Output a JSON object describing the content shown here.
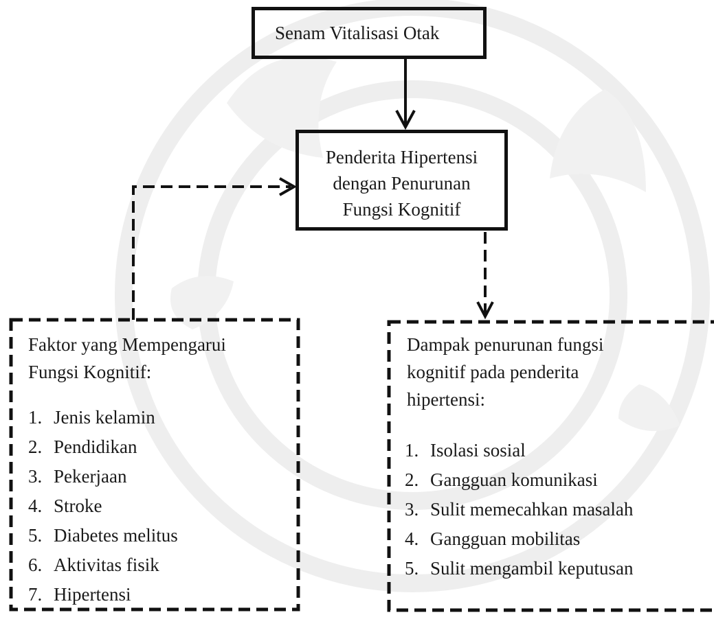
{
  "top_box": {
    "label": "Senam Vitalisasi Otak"
  },
  "middle_box": {
    "lines": [
      "Penderita Hipertensi",
      "dengan Penurunan",
      "Fungsi Kognitif"
    ]
  },
  "left_box": {
    "heading_lines": [
      "Faktor yang Mempengarui",
      "Fungsi Kognitif:"
    ],
    "items": [
      {
        "num": "1.",
        "text": "Jenis kelamin"
      },
      {
        "num": "2.",
        "text": "Pendidikan"
      },
      {
        "num": "3.",
        "text": "Pekerjaan"
      },
      {
        "num": "4.",
        "text": "Stroke"
      },
      {
        "num": "5.",
        "text": "Diabetes melitus"
      },
      {
        "num": "6.",
        "text": "Aktivitas fisik"
      },
      {
        "num": "7.",
        "text": "Hipertensi"
      }
    ]
  },
  "right_box": {
    "heading_lines": [
      "Dampak penurunan fungsi",
      "kognitif pada penderita",
      "hipertensi:"
    ],
    "items": [
      {
        "num": "1.",
        "text": "Isolasi sosial"
      },
      {
        "num": "2.",
        "text": "Gangguan komunikasi"
      },
      {
        "num": "3.",
        "text": "Sulit memecahkan masalah"
      },
      {
        "num": "4.",
        "text": "Gangguan mobilitas"
      },
      {
        "num": "5.",
        "text": "Sulit mengambil keputusan"
      }
    ]
  },
  "colors": {
    "line": "#111111",
    "watermark": "#eeeeee"
  }
}
